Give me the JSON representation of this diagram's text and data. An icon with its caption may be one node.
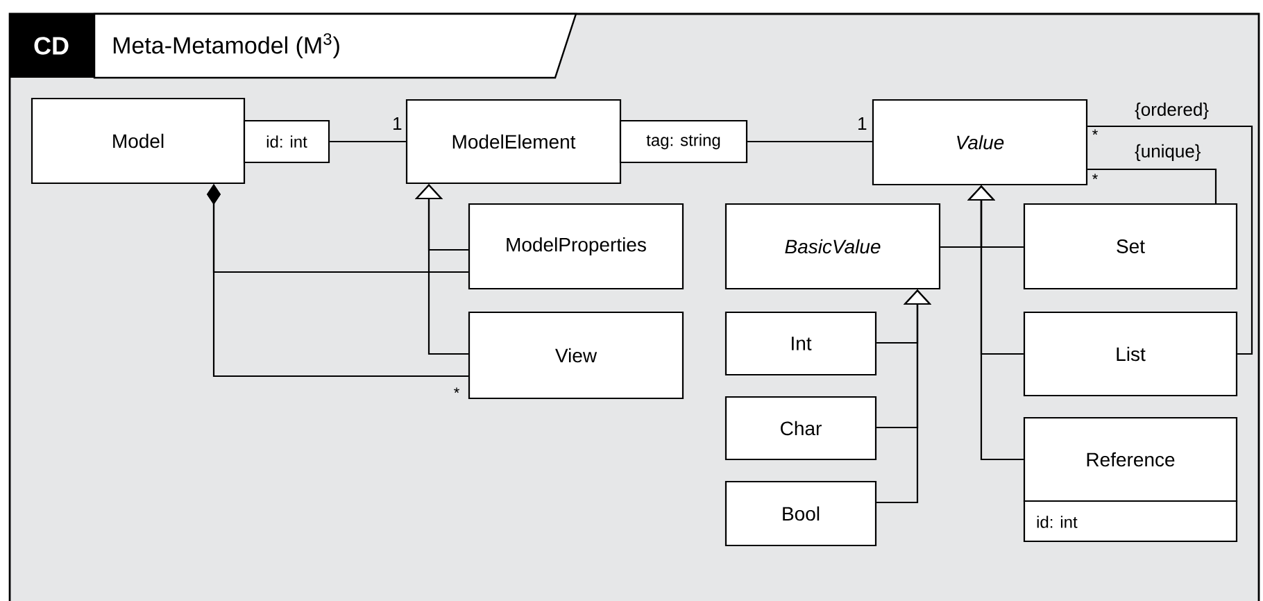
{
  "diagram": {
    "title": "Meta-Metamodel (M$^{3}$)",
    "nodes": [
      {
        "text": [
          "Model"
        ]
      },
      {
        "text": [
          "id: int"
        ]
      },
      {
        "text": [
          "ModelElement"
        ]
      },
      {
        "text": [
          "tag: string"
        ]
      },
      {
        "text": [
          "Value"
        ]
      },
      {
        "text": [
          "ModelProperties"
        ]
      },
      {
        "text": [
          "BasicValue"
        ]
      },
      {
        "text": [
          "Set"
        ]
      },
      {
        "text": [
          "View"
        ]
      },
      {
        "text": [
          "Int"
        ]
      },
      {
        "text": [
          "List"
        ]
      },
      {
        "text": [
          "Char"
        ]
      },
      {
        "text": [
          "Reference",
          "id: int"
        ]
      },
      {
        "text": [
          "Bool"
        ]
      }
    ],
    "edges": [
      {
        "from": 1,
        "to": 2,
        "arrow": "none",
        "label": "1"
      },
      {
        "from": 3,
        "to": 4,
        "arrow": "none",
        "label": "1"
      },
      {
        "from": 0,
        "to": 5,
        "arrow": "other"
      },
      {
        "from": 0,
        "to": 8,
        "arrow": "other"
      },
      {
        "from": 5,
        "to": 2,
        "arrow": "to"
      },
      {
        "from": 8,
        "to": 2,
        "arrow": "to"
      },
      {
        "from": 6,
        "to": 4,
        "arrow": "to"
      },
      {
        "from": 7,
        "to": 4,
        "arrow": "to"
      },
      {
        "from": 10,
        "to": 4,
        "arrow": "to"
      },
      {
        "from": 12,
        "to": 4,
        "arrow": "to"
      },
      {
        "from": 9,
        "to": 6,
        "arrow": "to"
      },
      {
        "from": 11,
        "to": 6,
        "arrow": "to"
      },
      {
        "from": 13,
        "to": 6,
        "arrow": "to"
      },
      {
        "from": 10,
        "to": 4,
        "arrow": "none",
        "label": "{ordered}"
      },
      {
        "from": 7,
        "to": 4,
        "arrow": "none",
        "label": "{unique}"
      }
    ],
    "labels": [
      "CD",
      "*",
      "*",
      "*"
    ]
  }
}
